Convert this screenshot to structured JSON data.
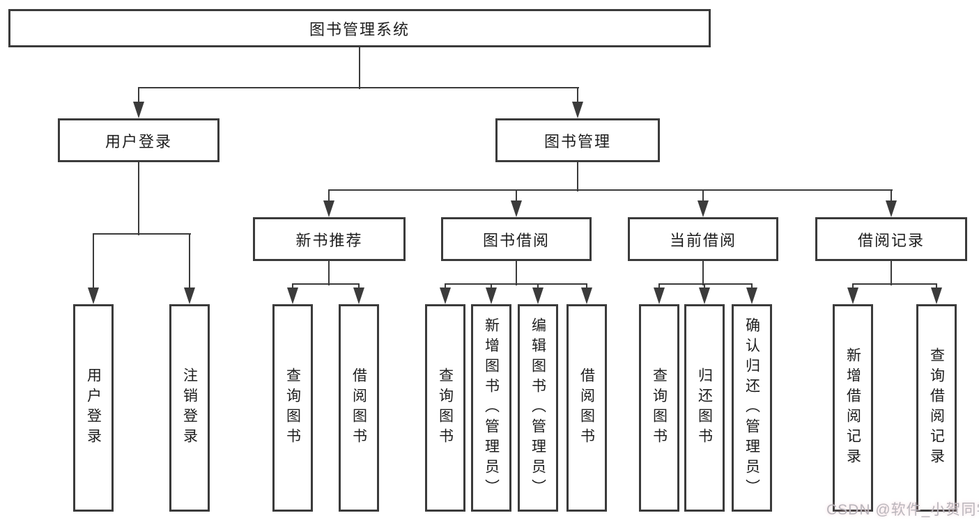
{
  "tree": {
    "label": "图书管理系统",
    "children": [
      {
        "label": "用户登录",
        "children": [
          {
            "label": "用户登录"
          },
          {
            "label": "注销登录"
          }
        ]
      },
      {
        "label": "图书管理",
        "children": [
          {
            "label": "新书推荐",
            "children": [
              {
                "label": "查询图书"
              },
              {
                "label": "借阅图书"
              }
            ]
          },
          {
            "label": "图书借阅",
            "children": [
              {
                "label": "查询图书"
              },
              {
                "label": "新增图书（管理员）"
              },
              {
                "label": "编辑图书（管理员）"
              },
              {
                "label": "借阅图书"
              }
            ]
          },
          {
            "label": "当前借阅",
            "children": [
              {
                "label": "查询图书"
              },
              {
                "label": "归还图书"
              },
              {
                "label": "确认归还（管理员）"
              }
            ]
          },
          {
            "label": "借阅记录",
            "children": [
              {
                "label": "新增借阅记录"
              },
              {
                "label": "查询借阅记录"
              }
            ]
          }
        ]
      }
    ]
  },
  "watermark": {
    "text": "CSDN @软件_小贺同学"
  },
  "colors": {
    "line": "#3b3b3b",
    "text": "#1d1d1d",
    "background": "#ffffff",
    "watermark": "#b9b6bc"
  }
}
